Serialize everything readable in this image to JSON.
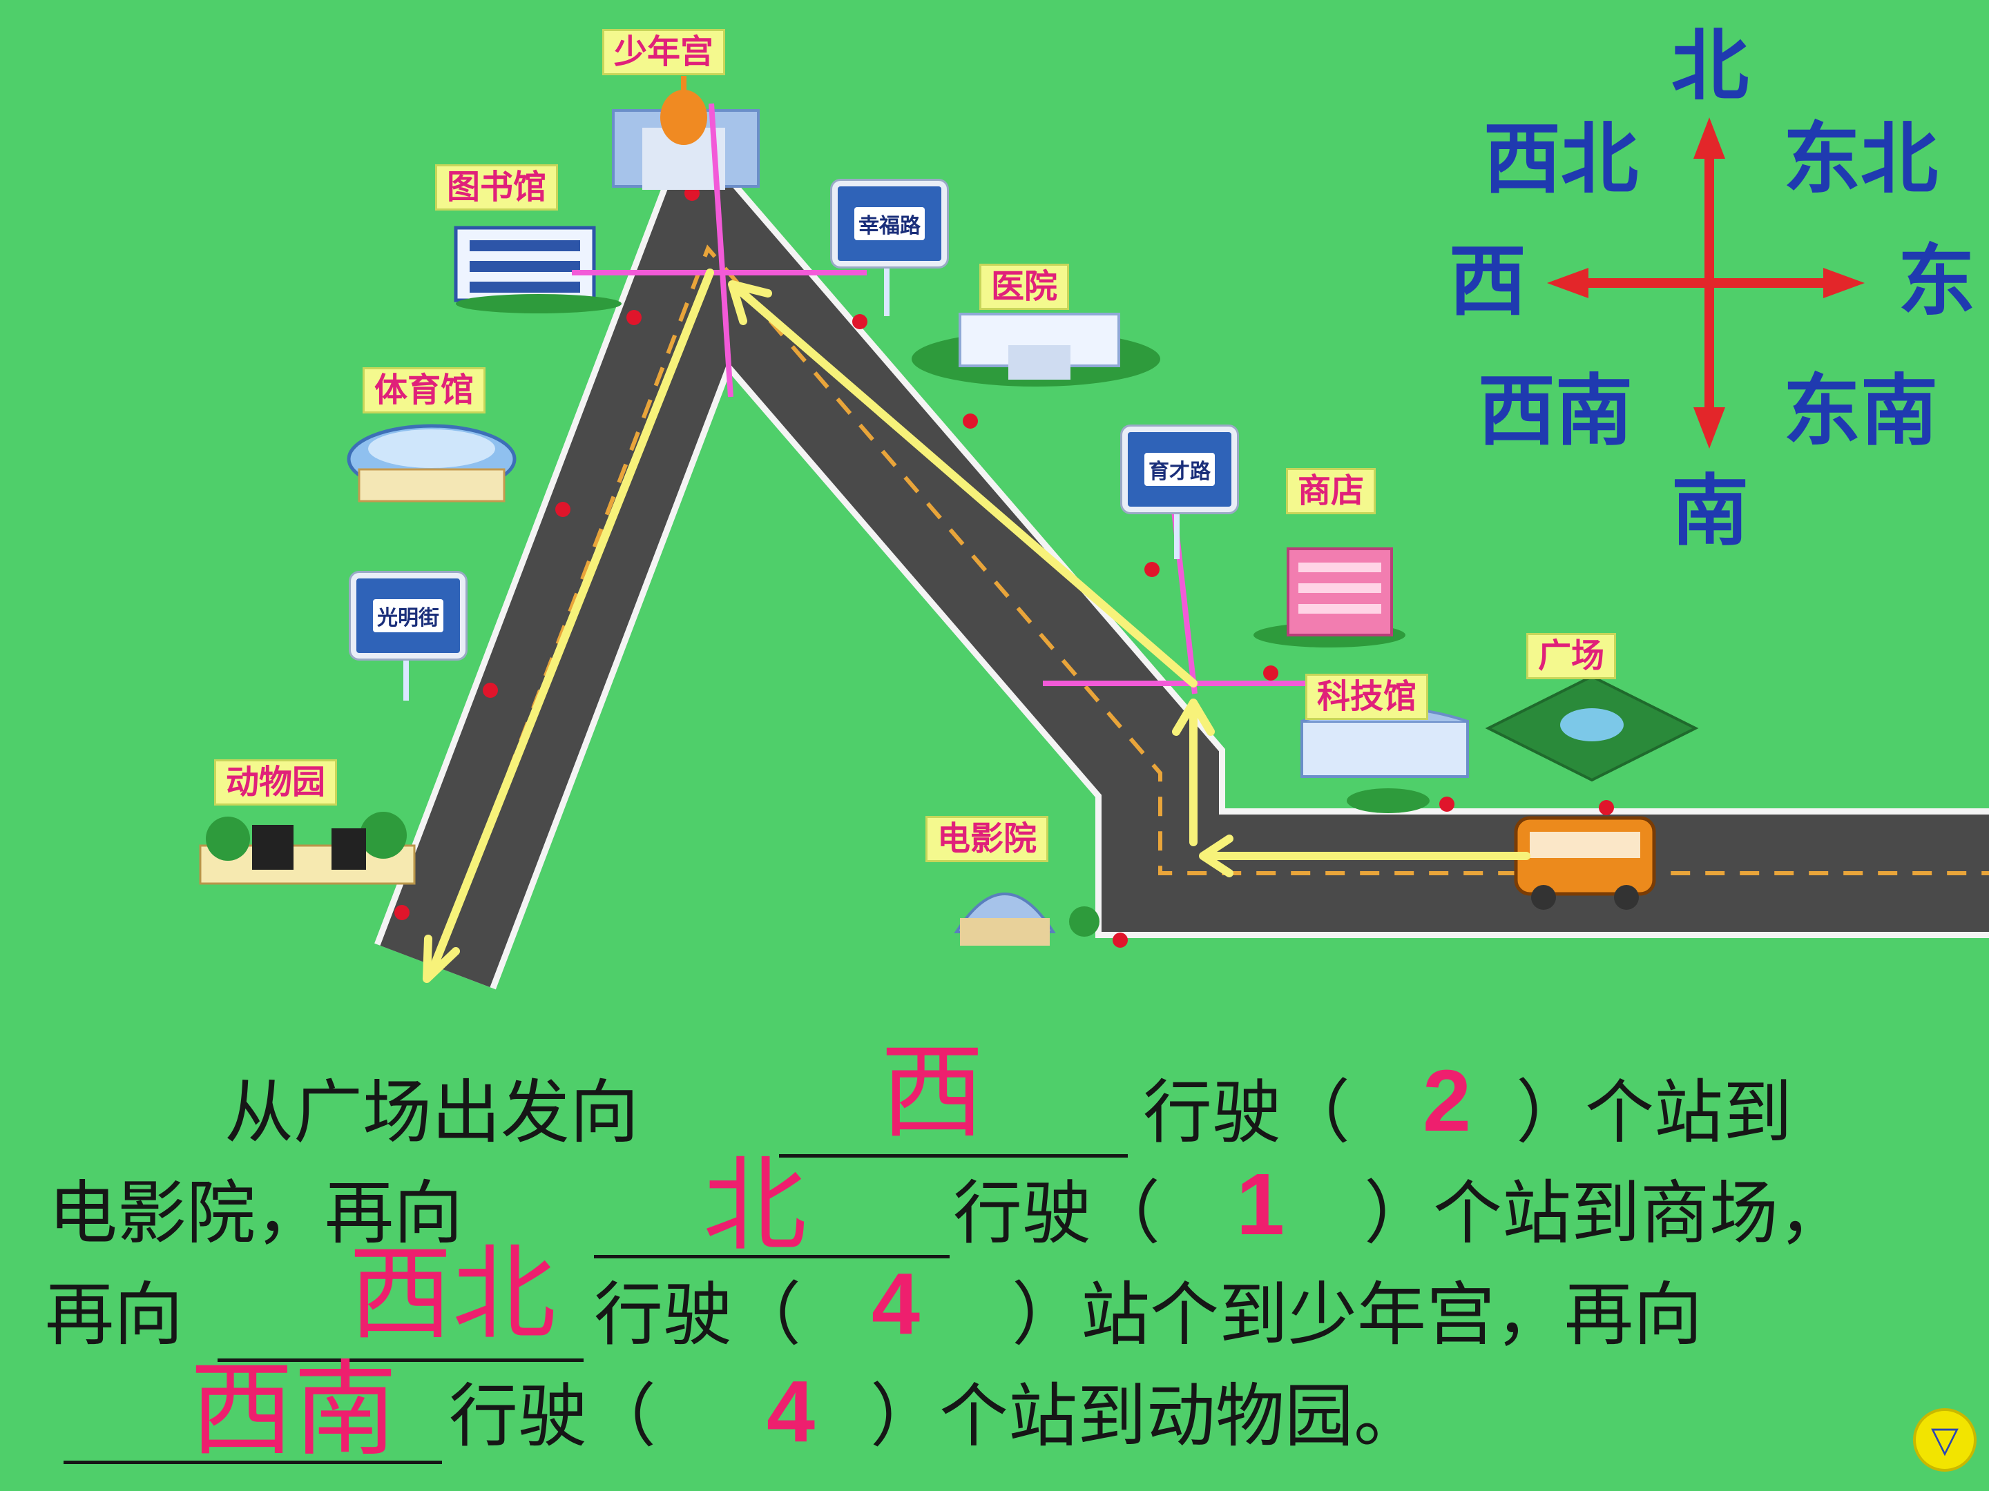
{
  "colors": {
    "background": "#4fcf6a",
    "road": "#4a4a4a",
    "road_edge": "#f4f4f4",
    "route_arrow": "#f7f27a",
    "cross_marker": "#f25ad8",
    "compass_arrow": "#e3262a",
    "compass_text": "#1f3ab0",
    "label_text": "#e0207a",
    "answer_text": "#ee1f6e"
  },
  "places": {
    "children_palace": "少年宫",
    "library": "图书馆",
    "hospital": "医院",
    "stadium": "体育馆",
    "shop": "商店",
    "square": "广场",
    "tech_museum": "科技馆",
    "zoo": "动物园",
    "cinema": "电影院"
  },
  "street_signs": {
    "happiness_road": "幸福路",
    "yucai_road": "育才路",
    "guangming_street": "光明街"
  },
  "compass": {
    "north": "北",
    "south": "南",
    "east": "东",
    "west": "西",
    "northeast": "东北",
    "northwest": "西北",
    "southeast": "东南",
    "southwest": "西南"
  },
  "sentence": {
    "line1_a": "从广场出发向",
    "line1_b": "行驶（",
    "line1_c": "）个站到",
    "line2_a": "电影院，再向",
    "line2_b": "行驶（",
    "line2_c": "）个站到商场，",
    "line3_a": "再向",
    "line3_b": "行驶（",
    "line3_c": "）站个到少年宫，再向",
    "line4_b": "行驶（",
    "line4_c": "）个站到动物园。"
  },
  "answers": {
    "dir1": "西",
    "count1": "2",
    "dir2": "北",
    "count2": "1",
    "dir3": "西北",
    "count3": "4",
    "dir4": "西南",
    "count4": "4"
  },
  "controls": {
    "next_icon": "▽"
  }
}
